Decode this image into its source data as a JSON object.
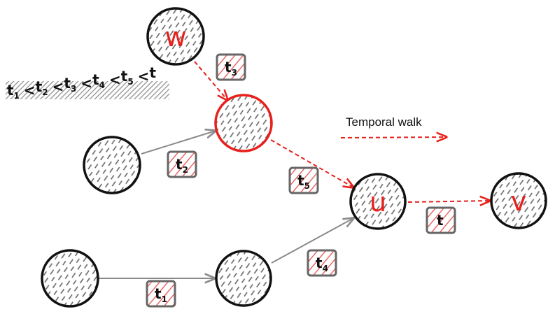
{
  "diagram": {
    "nodes": {
      "w": {
        "label": "w",
        "highlighted": true
      },
      "center": {
        "label": "",
        "highlighted": true
      },
      "u": {
        "label": "u",
        "highlighted": false
      },
      "v": {
        "label": "v",
        "highlighted": false
      },
      "n_left_mid": {
        "label": "",
        "highlighted": false
      },
      "n_bottom_left": {
        "label": "",
        "highlighted": false
      },
      "n_bottom_mid": {
        "label": "",
        "highlighted": false
      }
    },
    "timestamps": {
      "t1": {
        "base": "t",
        "sub": "1"
      },
      "t2": {
        "base": "t",
        "sub": "2"
      },
      "t3": {
        "base": "t",
        "sub": "3"
      },
      "t4": {
        "base": "t",
        "sub": "4"
      },
      "t5": {
        "base": "t",
        "sub": "5"
      },
      "t": {
        "base": "t",
        "sub": ""
      }
    },
    "ordering": {
      "parts": [
        {
          "base": "t",
          "sub": "1"
        },
        {
          "base": "t",
          "sub": "2"
        },
        {
          "base": "t",
          "sub": "3"
        },
        {
          "base": "t",
          "sub": "4"
        },
        {
          "base": "t",
          "sub": "5"
        },
        {
          "base": "t",
          "sub": ""
        }
      ],
      "separator": "<"
    },
    "legend": {
      "label": "Temporal walk"
    },
    "colors": {
      "accent": "#e8201c",
      "edge_gray": "#8a8a8a",
      "outline": "#111111",
      "hatch": "#555555",
      "box_outline": "#666666"
    }
  }
}
